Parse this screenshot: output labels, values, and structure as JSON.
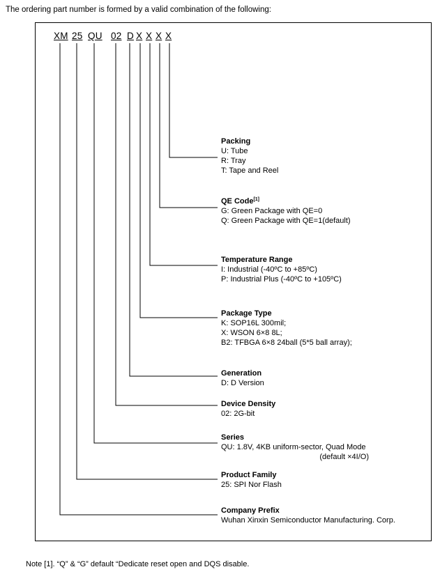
{
  "intro": "The ordering part number is formed by a valid combination of the following:",
  "part_segments": [
    "XM",
    "25",
    "QU",
    "02",
    "D",
    "X",
    "X",
    "X",
    "X"
  ],
  "fields": {
    "packing": {
      "title": "Packing",
      "lines": [
        "U: Tube",
        "R: Tray",
        "T: Tape and Reel"
      ]
    },
    "qe_code": {
      "title": "QE Code",
      "sup": "[1]",
      "lines": [
        "G: Green Package with QE=0",
        "Q: Green Package with QE=1(default)"
      ]
    },
    "temperature": {
      "title": "Temperature Range",
      "lines": [
        "I: Industrial (-40ºC to +85ºC)",
        "P: Industrial Plus (-40ºC to +105ºC)"
      ]
    },
    "package_type": {
      "title": "Package Type",
      "lines": [
        "K: SOP16L 300mil;",
        "X: WSON 6×8 8L;",
        "B2: TFBGA 6×8 24ball (5*5 ball array);"
      ]
    },
    "generation": {
      "title": "Generation",
      "lines": [
        "D: D Version"
      ]
    },
    "density": {
      "title": "Device Density",
      "lines": [
        "02: 2G-bit"
      ]
    },
    "series": {
      "title": "Series",
      "lines": [
        "QU: 1.8V, 4KB uniform-sector, Quad Mode",
        "(default ×4I/O)"
      ]
    },
    "family": {
      "title": "Product Family",
      "lines": [
        "25: SPI Nor Flash"
      ]
    },
    "company": {
      "title": "Company Prefix",
      "lines": [
        "Wuhan Xinxin Semiconductor Manufacturing. Corp."
      ]
    }
  },
  "note": "Note [1]. “Q” & “G” default “Dedicate reset open and DQS disable."
}
